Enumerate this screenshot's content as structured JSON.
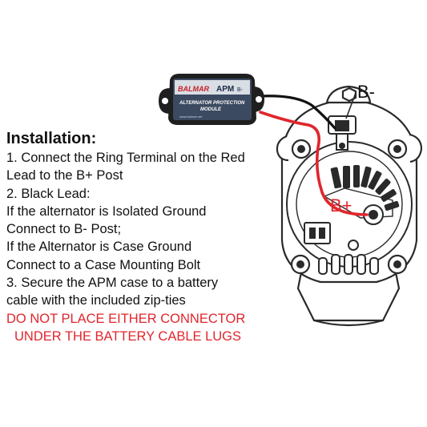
{
  "instructions": {
    "title": "Installation:",
    "lines": [
      "1. Connect the Ring Terminal on the Red",
      "Lead to the  B+ Post",
      "2. Black Lead:",
      "If the alternator is Isolated Ground",
      "Connect to B- Post;",
      "If the Alternator is Case Ground",
      "Connect to a Case Mounting Bolt",
      "3. Secure the APM case to a battery",
      "cable with the included zip-ties"
    ],
    "warning": [
      "DO NOT PLACE EITHER CONNECTOR",
      "UNDER THE BATTERY CABLE LUGS"
    ]
  },
  "labels": {
    "b_minus": "B-",
    "b_plus": "B+"
  },
  "module": {
    "brand": "BALMAR",
    "model": "APM",
    "model_suffix": "B-",
    "name_line1": "ALTERNATOR PROTECTION",
    "name_line2": "MODULE",
    "website": "www.balmar.net"
  },
  "colors": {
    "red_wire": "#e0262d",
    "black_wire": "#111111",
    "module_body": "#3b4a60",
    "brand_red": "#c8202a",
    "outline": "#2a2a2a"
  }
}
